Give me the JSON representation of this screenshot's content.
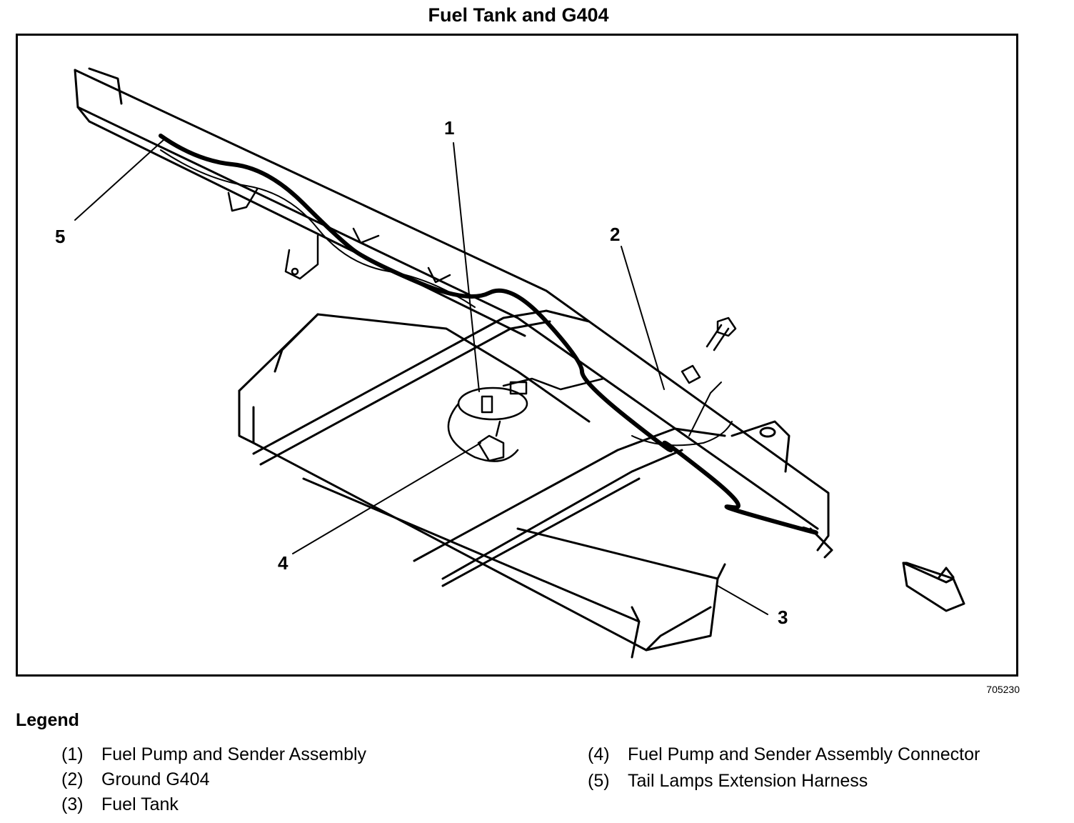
{
  "title": "Fuel Tank and G404",
  "figure_number": "705230",
  "callouts": [
    {
      "id": "1",
      "label": "1"
    },
    {
      "id": "2",
      "label": "2"
    },
    {
      "id": "3",
      "label": "3"
    },
    {
      "id": "4",
      "label": "4"
    },
    {
      "id": "5",
      "label": "5"
    }
  ],
  "legend": {
    "heading": "Legend",
    "items": [
      {
        "num": "(1)",
        "text": "Fuel Pump and Sender Assembly"
      },
      {
        "num": "(2)",
        "text": "Ground G404"
      },
      {
        "num": "(3)",
        "text": "Fuel Tank"
      },
      {
        "num": "(4)",
        "text": "Fuel Pump and Sender Assembly Connector"
      },
      {
        "num": "(5)",
        "text": "Tail Lamps Extension Harness"
      }
    ]
  }
}
